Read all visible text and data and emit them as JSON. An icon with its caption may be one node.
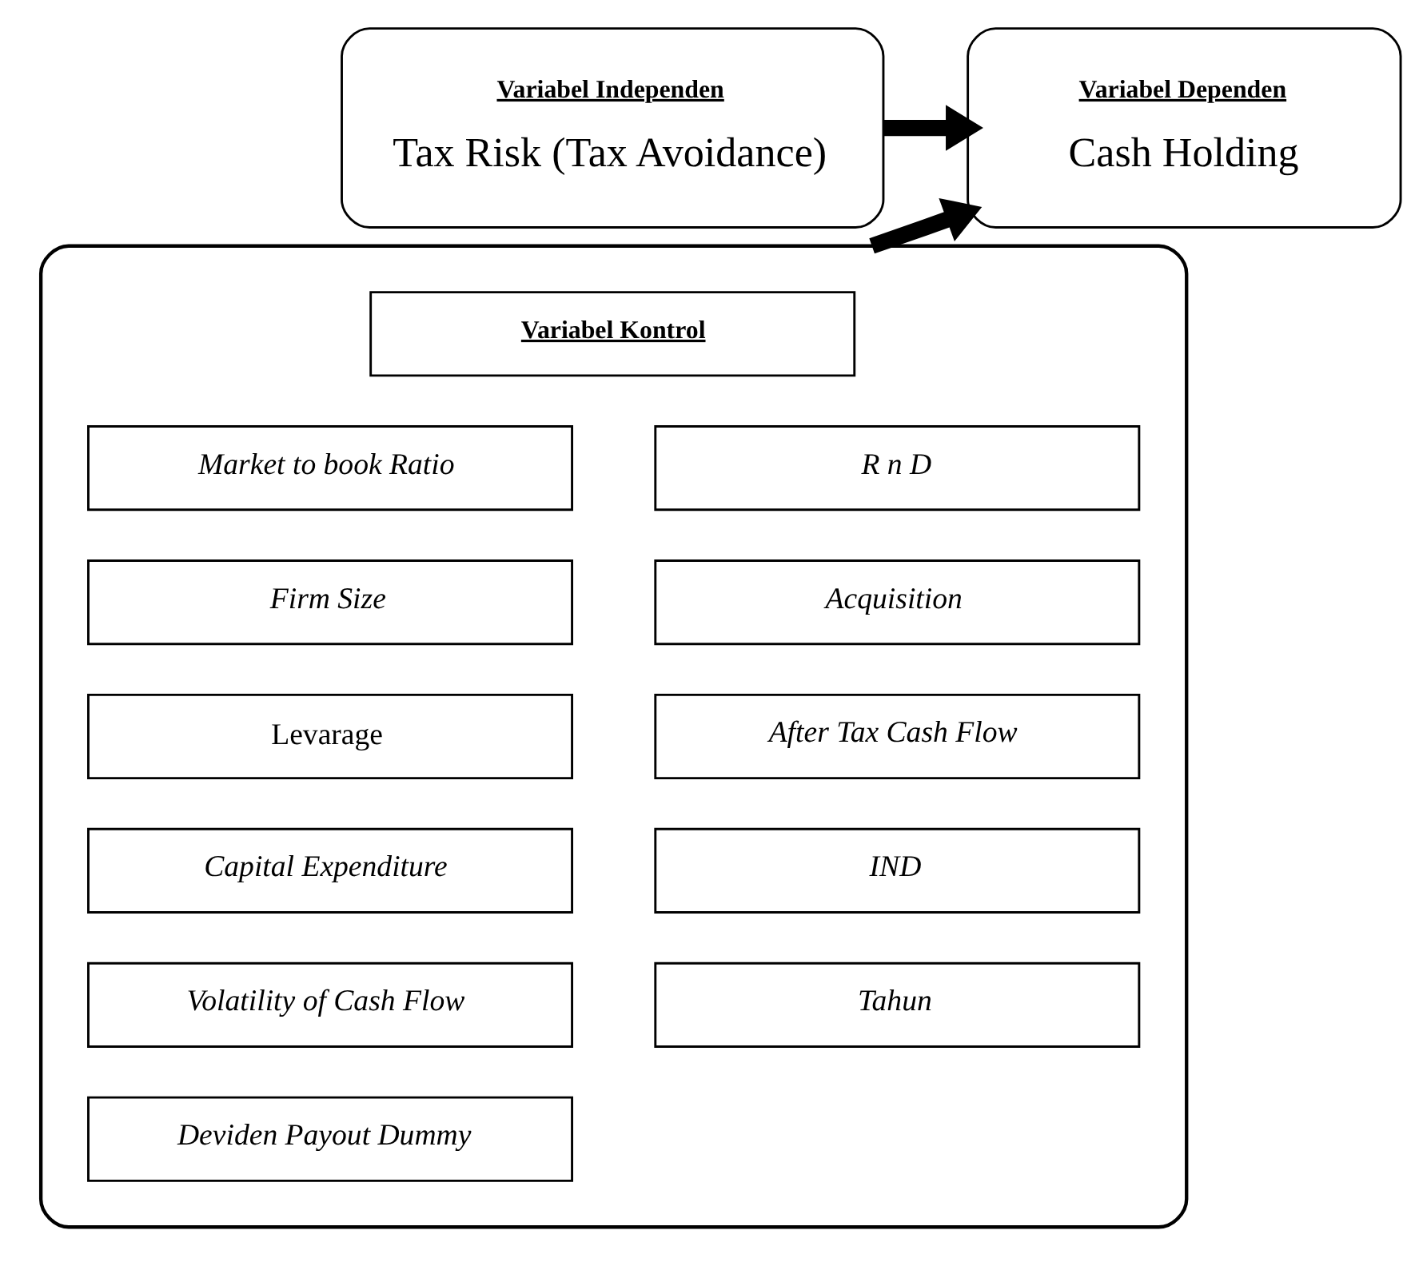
{
  "diagram": {
    "nodes": [
      {
        "text": [
          "Variabel Independen",
          "Tax Risk (Tax Avoidance)"
        ]
      },
      {
        "text": [
          "Variabel Dependen",
          "Cash Holding"
        ]
      },
      {
        "text": [],
        "shape": "box"
      },
      {
        "text": [
          "Variabel Kontrol"
        ],
        "in": 2
      },
      {
        "text": [
          "Market to book Ratio"
        ],
        "in": 2
      },
      {
        "text": [
          "R n D"
        ],
        "in": 2
      },
      {
        "text": [
          "Firm Size"
        ],
        "in": 2
      },
      {
        "text": [
          "Acquisition"
        ],
        "in": 2
      },
      {
        "text": [
          "Levarage"
        ],
        "in": 2
      },
      {
        "text": [
          "After Tax Cash Flow"
        ],
        "in": 2
      },
      {
        "text": [
          "Capital Expenditure"
        ],
        "in": 2
      },
      {
        "text": [
          "IND"
        ],
        "in": 2
      },
      {
        "text": [
          "Volatility of Cash Flow"
        ],
        "in": 2
      },
      {
        "text": [
          "Tahun"
        ],
        "in": 2
      },
      {
        "text": [
          "Deviden Payout Dummy"
        ],
        "in": 2
      }
    ],
    "edges": [
      {
        "from": 0,
        "to": 1,
        "arrow": "to"
      },
      {
        "from": 2,
        "to": 1,
        "arrow": "to"
      }
    ]
  }
}
